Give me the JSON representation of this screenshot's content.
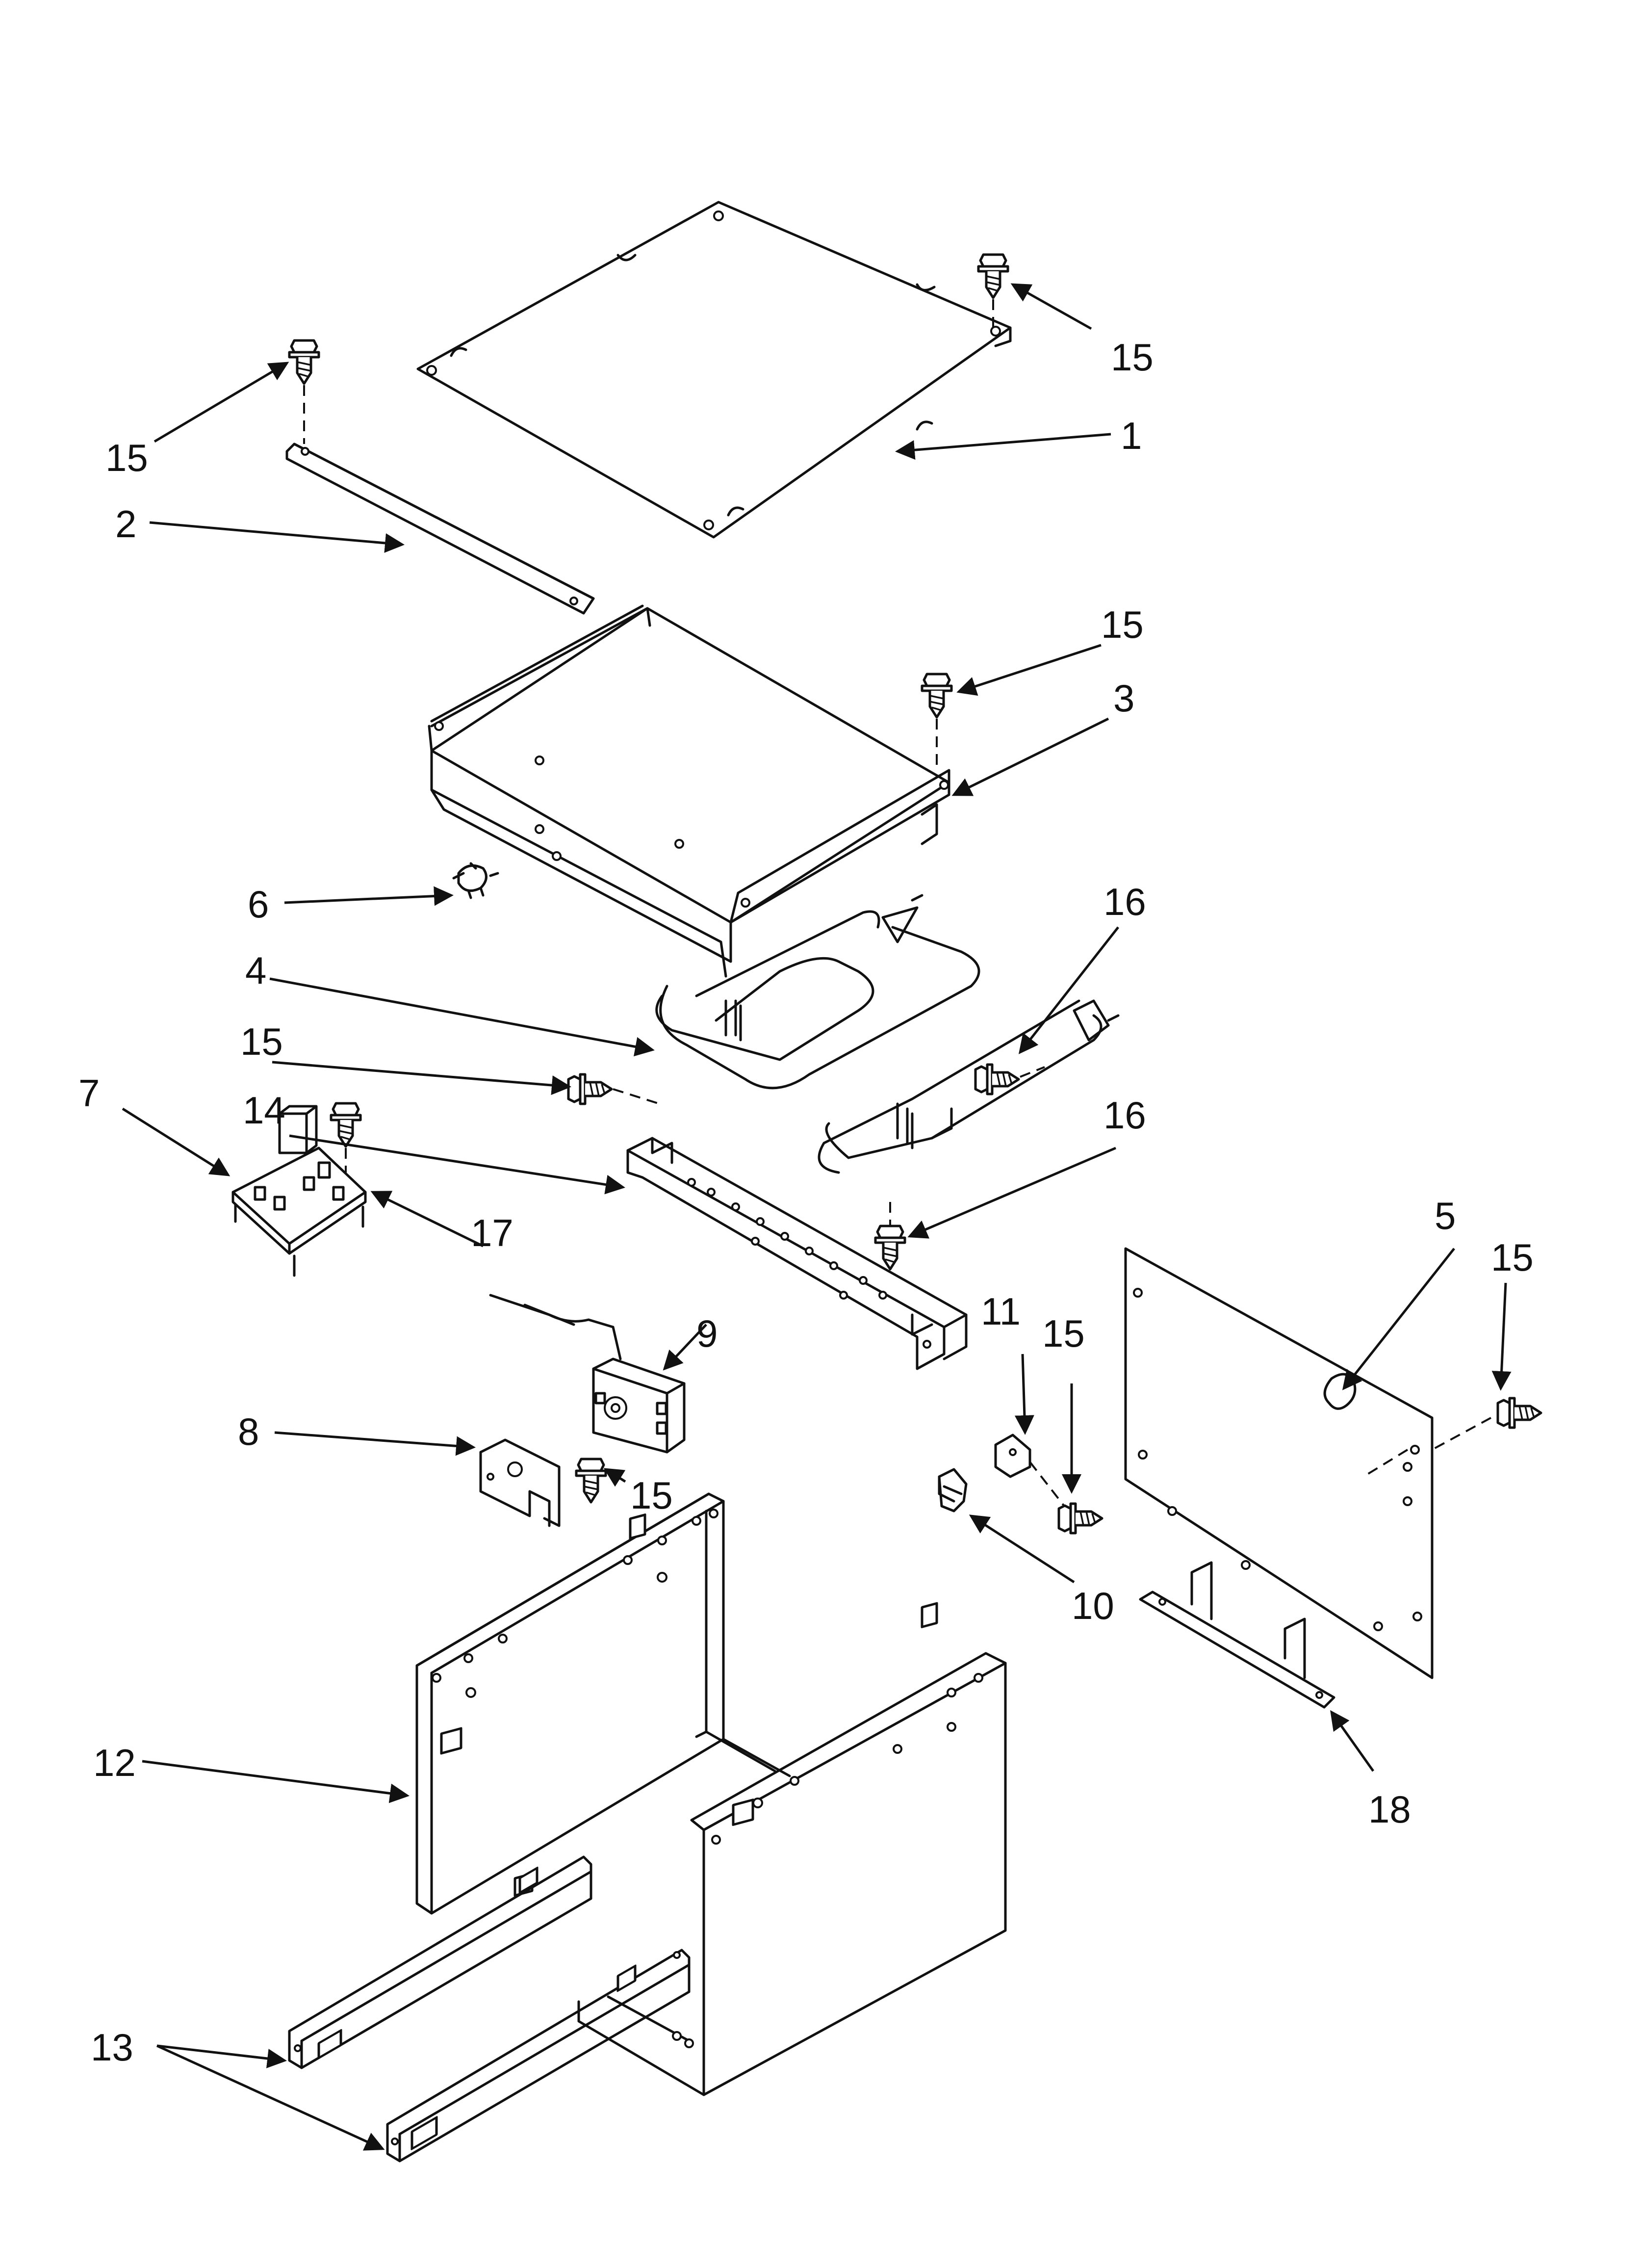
{
  "diagram": {
    "callouts": [
      {
        "id": "c1",
        "label": "1"
      },
      {
        "id": "c2",
        "label": "2"
      },
      {
        "id": "c3",
        "label": "3"
      },
      {
        "id": "c4",
        "label": "4"
      },
      {
        "id": "c5",
        "label": "5"
      },
      {
        "id": "c6",
        "label": "6"
      },
      {
        "id": "c7",
        "label": "7"
      },
      {
        "id": "c8",
        "label": "8"
      },
      {
        "id": "c9",
        "label": "9"
      },
      {
        "id": "c10",
        "label": "10"
      },
      {
        "id": "c11",
        "label": "11"
      },
      {
        "id": "c12",
        "label": "12"
      },
      {
        "id": "c13",
        "label": "13"
      },
      {
        "id": "c14",
        "label": "14"
      },
      {
        "id": "c15a",
        "label": "15"
      },
      {
        "id": "c15b",
        "label": "15"
      },
      {
        "id": "c15c",
        "label": "15"
      },
      {
        "id": "c15d",
        "label": "15"
      },
      {
        "id": "c15e",
        "label": "15"
      },
      {
        "id": "c15f",
        "label": "15"
      },
      {
        "id": "c15g",
        "label": "15"
      },
      {
        "id": "c16a",
        "label": "16"
      },
      {
        "id": "c16b",
        "label": "16"
      },
      {
        "id": "c17",
        "label": "17"
      },
      {
        "id": "c18",
        "label": "18"
      }
    ],
    "line_color": "#111111",
    "background": "#ffffff"
  }
}
